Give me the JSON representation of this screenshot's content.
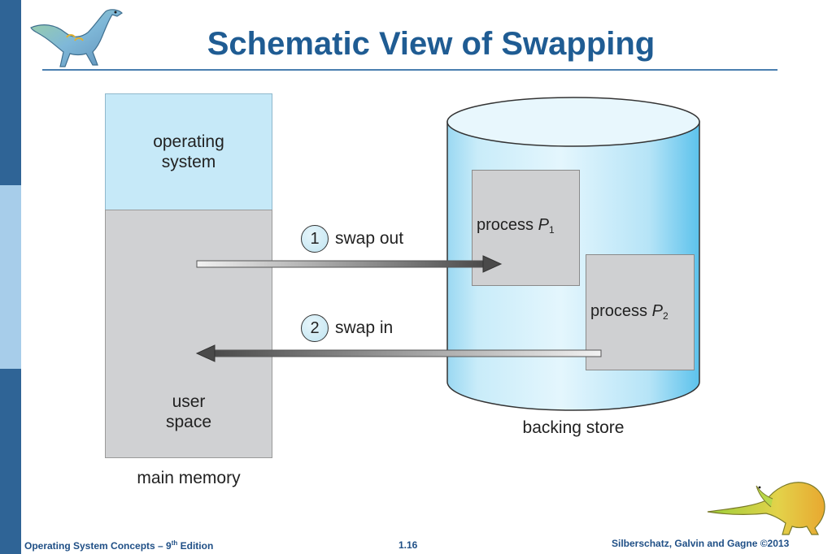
{
  "slide": {
    "title": "Schematic View of Swapping",
    "footer_left_prefix": "Operating System Concepts – 9",
    "footer_left_sup": "th",
    "footer_left_suffix": " Edition",
    "page_number": "1.16",
    "footer_right": "Silberschatz, Galvin and Gagne ©2013"
  },
  "diagram": {
    "os_label_line1": "operating",
    "os_label_line2": "system",
    "user_label_line1": "user",
    "user_label_line2": "space",
    "main_memory_label": "main memory",
    "backing_store_label": "backing store",
    "process1": {
      "word": "process",
      "name": "P",
      "sub": "1"
    },
    "process2": {
      "word": "process",
      "name": "P",
      "sub": "2"
    },
    "step1": {
      "number": "1",
      "text": "swap out"
    },
    "step2": {
      "number": "2",
      "text": "swap in"
    }
  },
  "colors": {
    "title": "#1f5c93",
    "sidebar_dark": "#2f6496",
    "sidebar_light": "#a7cdea",
    "os_block": "#c6e9f8",
    "user_block": "#d0d1d3",
    "cylinder": "#8fd4f0"
  },
  "icons": [
    "dinosaur-logo-top",
    "dinosaur-logo-bottom"
  ]
}
